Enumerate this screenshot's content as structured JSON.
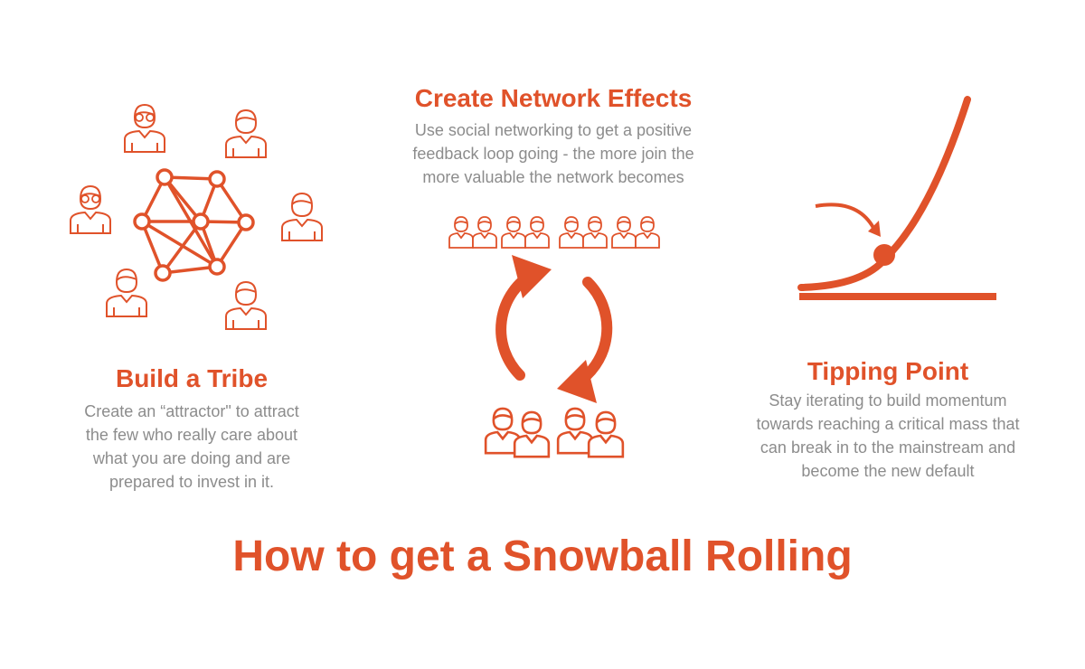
{
  "colors": {
    "accent": "#e0522a",
    "body_text": "#8c8c8c",
    "background": "#ffffff"
  },
  "icons": [
    "person-icon",
    "network-graph-icon",
    "crowd-icon",
    "cycle-arrows-icon",
    "tipping-curve-icon"
  ],
  "left": {
    "title": "Build a Tribe",
    "lines": [
      "Create an “attractor\" to attract",
      "the few who really care about",
      "what you are doing and are",
      "prepared to invest in it."
    ]
  },
  "middle": {
    "title": "Create Network Effects",
    "lines": [
      "Use social networking to get a positive",
      "feedback loop going - the more join the",
      "more valuable the network becomes"
    ]
  },
  "right": {
    "title": "Tipping Point",
    "lines": [
      "Stay iterating to build momentum",
      "towards reaching a critical mass that",
      "can break in to the mainstream and",
      "become the new default"
    ]
  },
  "main_title": "How to get a Snowball Rolling"
}
